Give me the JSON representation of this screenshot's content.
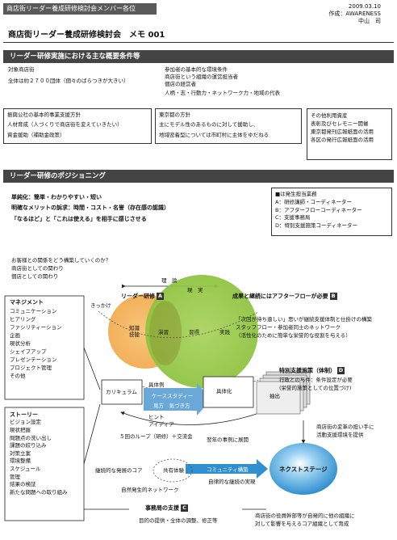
{
  "header": {
    "audience": "商店街リーダー養成研修検討会メンバー各位",
    "date": "2009.03.10",
    "author_line": "作成：AWARENESS",
    "author_name": "中山　司"
  },
  "doc_title": "商店街リーダー養成研修検討会　メモ 001",
  "section1": {
    "title": "リーダー研修実施における主な概要条件等",
    "target_label": "対象商店街",
    "target_text": "全体は約２７００団体（個々のばらつきが大きい）",
    "participants": [
      "参加者の基本的な環境条件",
      "商店街という組織の運営担当者",
      "個店の経営者",
      "人柄・志・行動力・ネットワーク力・地域の代表"
    ],
    "box_a": [
      "振興公社の基本的事業支援方針",
      "人材育成（人づくりで商店街を変えていきたい）",
      "資金援助（補助金政策）"
    ],
    "box_b": [
      "東京都の方針",
      "主にモデル性のあるものに対して援助し、",
      "地域密着型については市町村に主体をゆだねる"
    ],
    "box_c": [
      "その他利用資産",
      "表彰及びセレモニー開催",
      "東京都発刊広報紙面の活用",
      "各区の発行広報紙面の活用"
    ]
  },
  "section2": {
    "title": "リーダー研修のポジショニング",
    "points": [
      "単純化：簡単・わかりやすい・短い",
      "明確なメリットの訴求：時間・コスト・名誉（存在感の認識）",
      "「なるほど」と「これは使える」を相手に感じさせる"
    ],
    "legend": {
      "title": "■は発生担当業務",
      "items": [
        "A：研修講師・コーディネーター",
        "B：アフターフローコーディネーター",
        "C：支援事務局",
        "D：特別支援施策コーディネーター"
      ]
    },
    "question": [
      "お客様との関係をどう構築していくのか？",
      "商店街としての関わり",
      "個店としての関わり"
    ]
  },
  "diagram": {
    "theory": "理　論",
    "reality": "現　実",
    "kikkake": "きっかけ",
    "training_label": "リーダー研修",
    "training_badge": "A",
    "followup_label": "成果と継続にはアフターフローが必要",
    "followup_badge": "B",
    "circle_left": [
      "知識",
      "技能"
    ],
    "circle_overlap": "演習",
    "circle_right": [
      "習得",
      "実践"
    ],
    "followup_notes": [
      "「次回が待ち遠しい」思いが継続支援体制と仕掛けの構築",
      "スタッフフロー・参加者同士のネットワーク",
      "（活性化のために簡単な栄誉的な役割を与える）"
    ],
    "management_title": "マネジメント",
    "management": [
      "コミュニケーション",
      "ヒアリング",
      "ファシリティーション",
      "企画",
      "現状分析",
      "シェイプアップ",
      "プレゼンテーション",
      "プロジェクト管理",
      "その他"
    ],
    "story_title": "ストーリー",
    "story": [
      "ビジョン設定",
      "現状把握",
      "問題点の洗い出し",
      "課題の絞り込み",
      "対策立案",
      "環境整備",
      "スケジュール",
      "管理",
      "結果の検証",
      "新たな問題への取り組み"
    ],
    "special_label": "特別支援施策（体制）",
    "special_badge": "D",
    "special_notes": [
      "行政との与件：条件設定が必要",
      "(栄誉的施策としての位置づけ)"
    ],
    "curriculum": "カリキュラム",
    "example": "具体例",
    "case_study": "ケーススタディー",
    "see_feel": "見方　気づき方",
    "hint": "ヒント",
    "idea": "アイディア",
    "concretize": "具体化",
    "extract": "抽出",
    "loop": "５回のループ（研修）＋交流会",
    "next_year": "翌年の事例に展開",
    "support_note": [
      "商店街の変革の担い手に",
      "活動支援環境を提供"
    ],
    "core_left": "継続的な発展のコア",
    "shared": "共有体験",
    "natural_network": "自然発生的ネットワーク",
    "community": "コミュニティ構築",
    "self_sustain": "自律的な継続の実現",
    "next_stage": "ネクストステージ",
    "office_label": "事務局の支援",
    "office_badge": "C",
    "office_text": "目的の提供・全体の調整、修正等",
    "bottom_right": [
      "商店街の役員幹部等が自発的に他の組織に",
      "対して影響を与えるコア組織として育成"
    ]
  }
}
